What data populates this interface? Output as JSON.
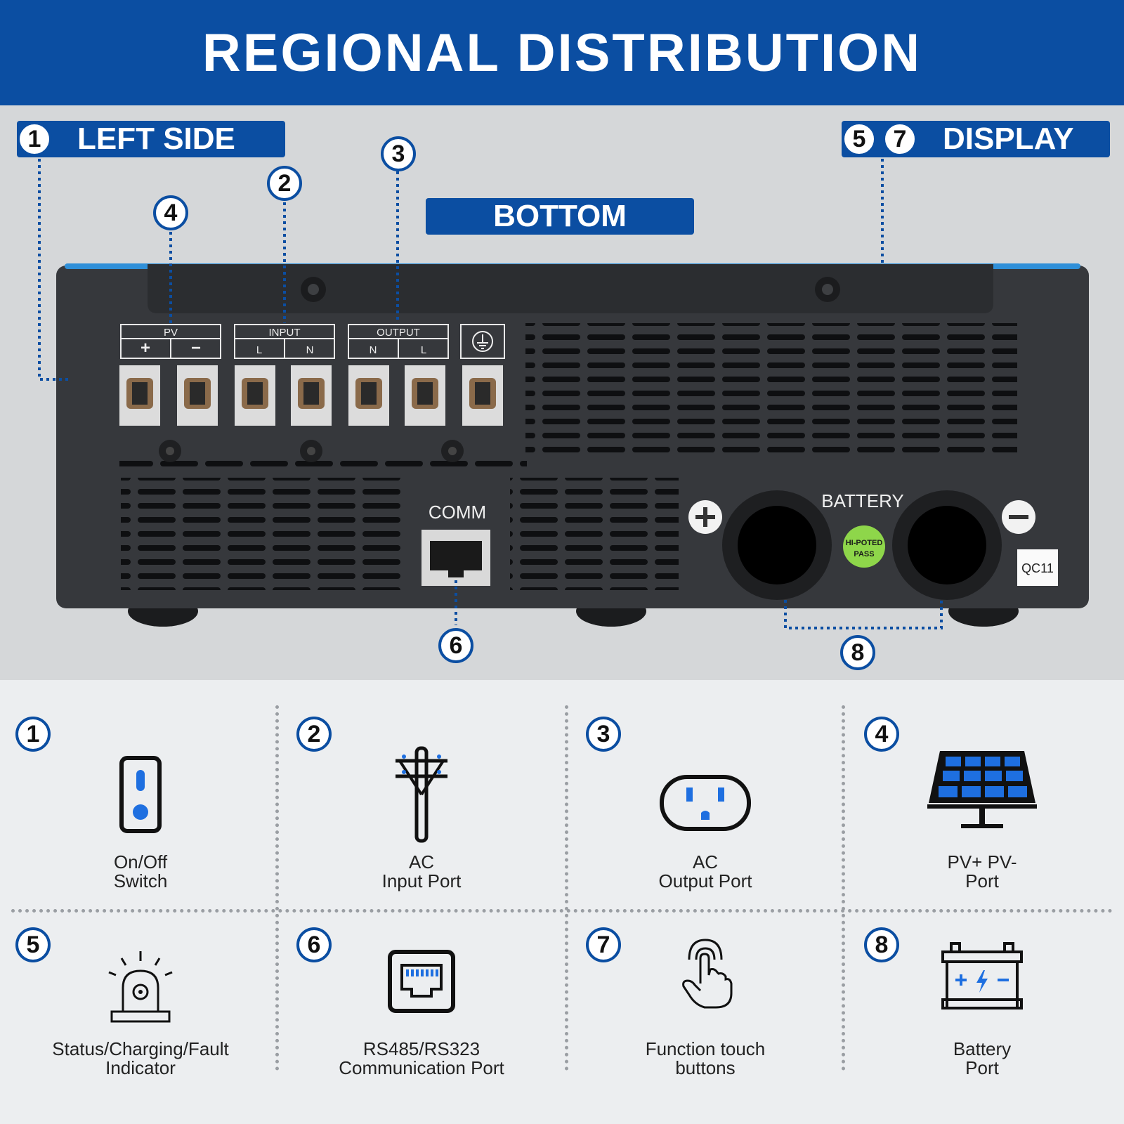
{
  "header": {
    "title": "REGIONAL DISTRIBUTION"
  },
  "photo": {
    "label_left": {
      "number": "1",
      "text": "LEFT SIDE"
    },
    "label_display": {
      "numbers": [
        "5",
        "7"
      ],
      "text": "DISPLAY"
    },
    "label_bottom": {
      "text": "BOTTOM"
    },
    "callouts": [
      "2",
      "3",
      "4",
      "6",
      "8"
    ],
    "terminals": {
      "pv": "PV",
      "pv_plus": "+",
      "pv_minus": "−",
      "input": "INPUT",
      "input_l": "L",
      "input_n": "N",
      "output": "OUTPUT",
      "output_n": "N",
      "output_l": "L"
    },
    "comm": "COMM",
    "battery": "BATTERY",
    "hipot_line1": "HI-POTED",
    "hipot_line2": "PASS",
    "qc_tag": "QC11",
    "accent_color": "#0b4ea2"
  },
  "legend": [
    {
      "number": "1",
      "icon": "switch-icon",
      "lines": [
        "On/Off",
        "Switch"
      ]
    },
    {
      "number": "2",
      "icon": "power-pole-icon",
      "lines": [
        "AC",
        "Input Port"
      ]
    },
    {
      "number": "3",
      "icon": "outlet-icon",
      "lines": [
        "AC",
        "Output Port"
      ]
    },
    {
      "number": "4",
      "icon": "solar-panel-icon",
      "lines": [
        "PV+ PV-",
        "Port"
      ]
    },
    {
      "number": "5",
      "icon": "beacon-icon",
      "lines": [
        "Status/Charging/Fault",
        "Indicator"
      ]
    },
    {
      "number": "6",
      "icon": "ethernet-port-icon",
      "lines": [
        "RS485/RS323",
        "Communication Port"
      ]
    },
    {
      "number": "7",
      "icon": "touch-hand-icon",
      "lines": [
        "Function touch",
        "buttons"
      ]
    },
    {
      "number": "8",
      "icon": "battery-icon",
      "lines": [
        "Battery",
        "Port"
      ]
    }
  ]
}
